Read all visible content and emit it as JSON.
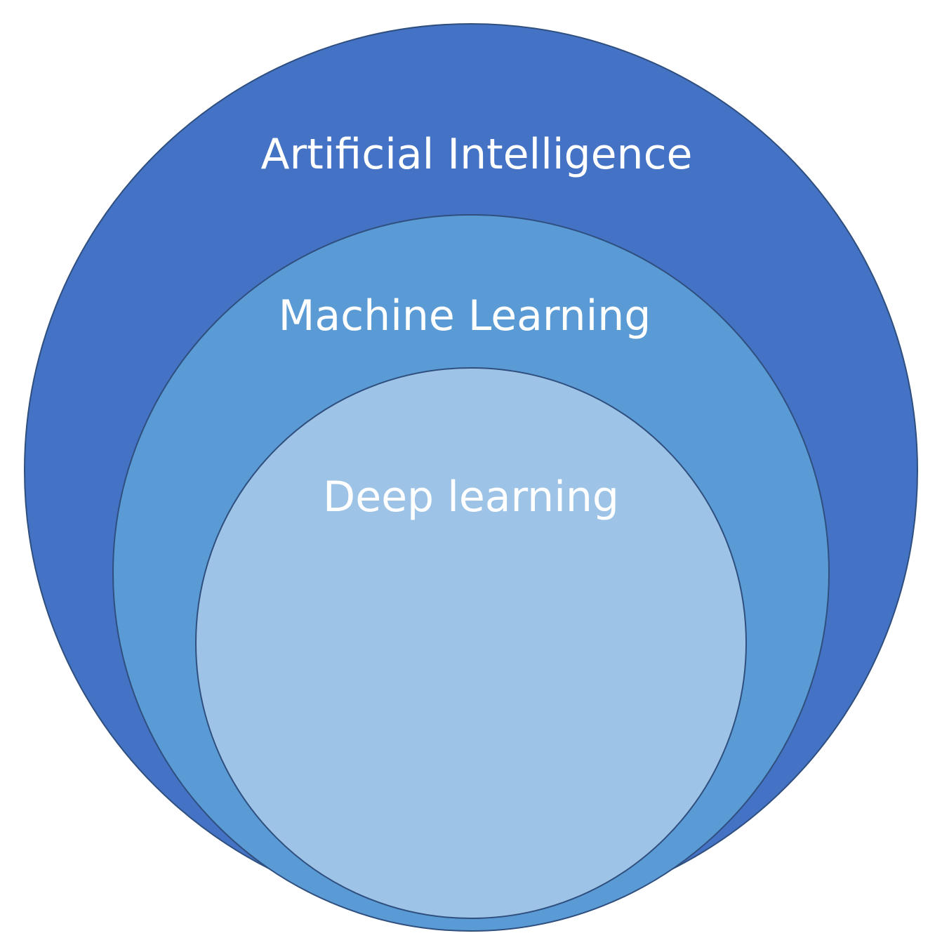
{
  "diagram": {
    "circles": [
      {
        "id": "ai",
        "label": "Artificial Intelligence",
        "color": "#4472c4"
      },
      {
        "id": "ml",
        "label": "Machine Learning",
        "color": "#5b9bd5"
      },
      {
        "id": "dl",
        "label": "Deep learning",
        "color": "#9dc3e6"
      }
    ],
    "stroke_color": "#2f4f7f",
    "label_color": "#ffffff"
  }
}
